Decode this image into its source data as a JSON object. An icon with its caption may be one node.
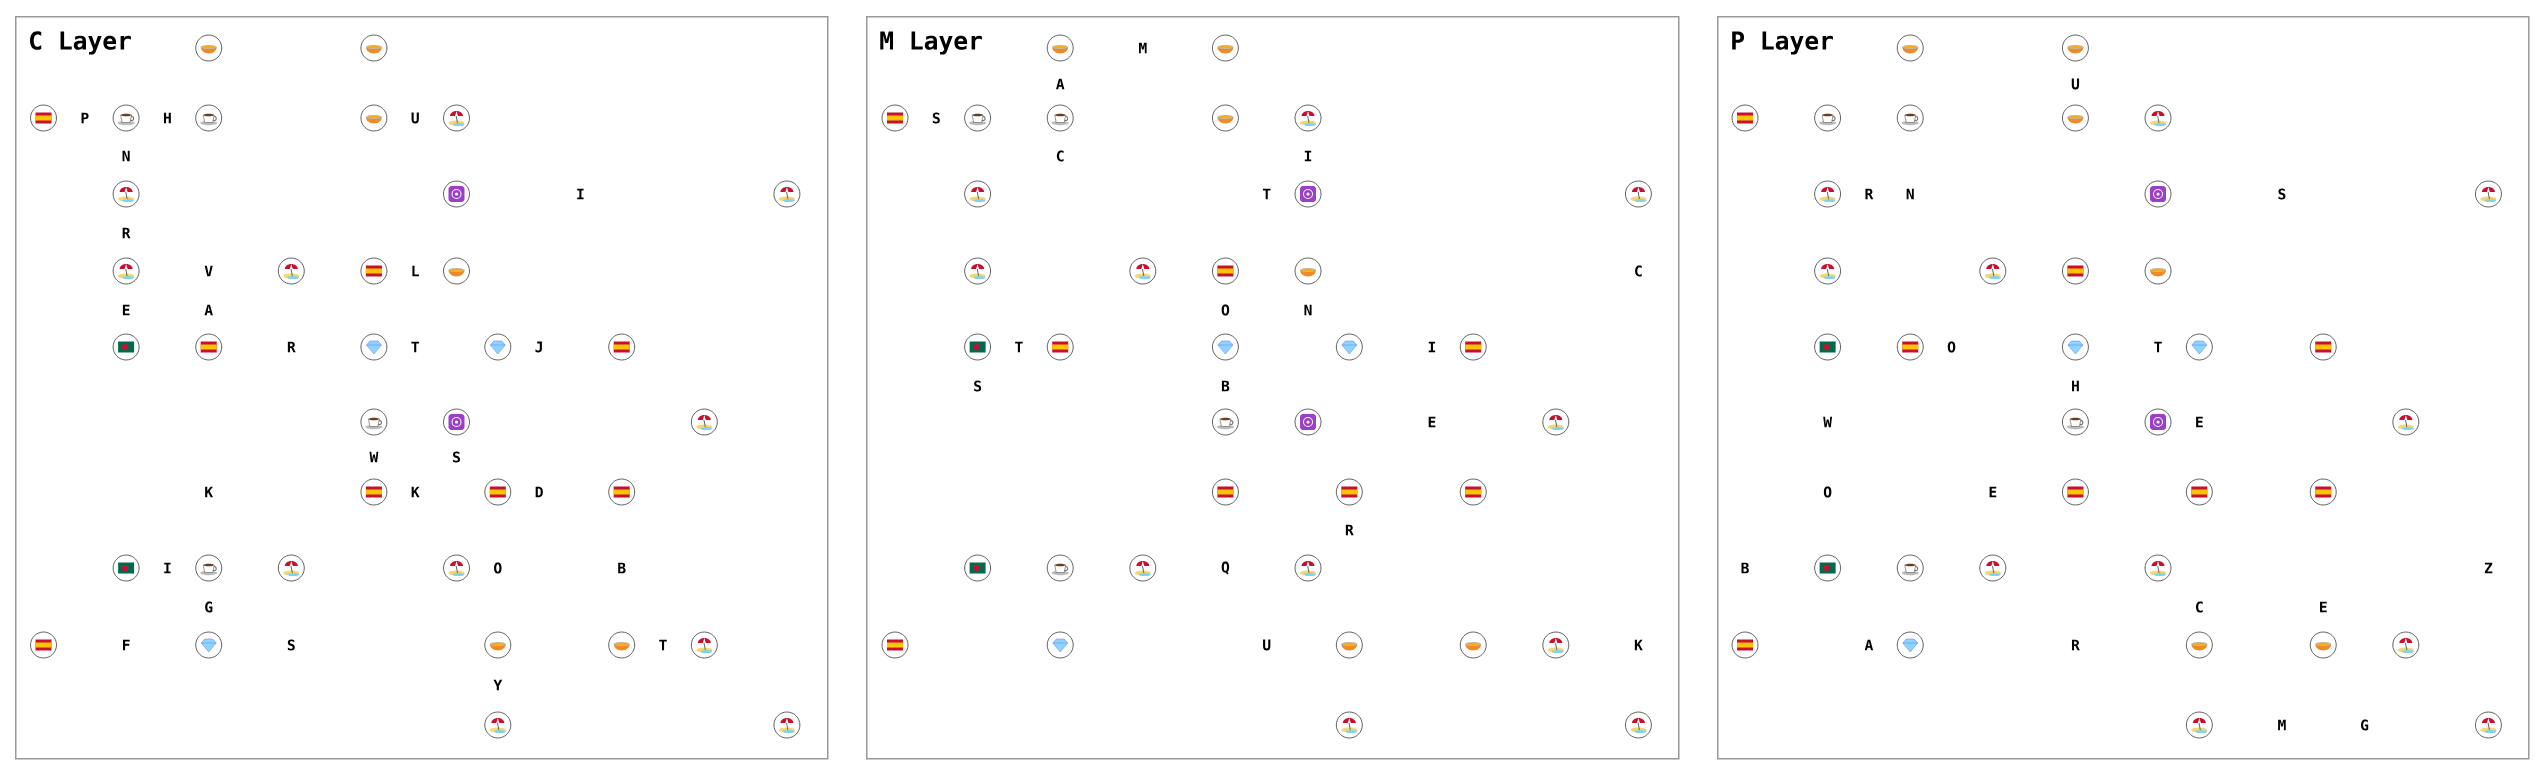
{
  "diagram": {
    "nodes": [
      {
        "text": [
          "C Layer"
        ]
      },
      {
        "text": [],
        "shape": "circle",
        "in": 0
      },
      {
        "text": [],
        "shape": "circle",
        "in": 0
      },
      {
        "text": [],
        "shape": "circle",
        "in": 0
      },
      {
        "text": [],
        "shape": "circle",
        "in": 0
      },
      {
        "text": [],
        "shape": "circle",
        "in": 0
      },
      {
        "text": [],
        "shape": "circle",
        "in": 0
      },
      {
        "text": [],
        "shape": "circle",
        "in": 0
      },
      {
        "text": [],
        "shape": "circle",
        "in": 0
      },
      {
        "text": [],
        "shape": "circle",
        "in": 0
      },
      {
        "text": [],
        "shape": "circle",
        "in": 0
      },
      {
        "text": [],
        "shape": "circle",
        "in": 0
      },
      {
        "text": [],
        "shape": "circle",
        "in": 0
      },
      {
        "text": [],
        "shape": "circle",
        "in": 0
      },
      {
        "text": [],
        "shape": "circle",
        "in": 0
      },
      {
        "text": [],
        "shape": "circle",
        "in": 0
      },
      {
        "text": [],
        "shape": "circle",
        "in": 0
      },
      {
        "text": [],
        "shape": "circle",
        "in": 0
      },
      {
        "text": [],
        "shape": "circle",
        "in": 0
      },
      {
        "text": [],
        "shape": "circle",
        "in": 0
      },
      {
        "text": [],
        "shape": "circle",
        "in": 0
      },
      {
        "text": [],
        "shape": "circle",
        "in": 0
      },
      {
        "text": [],
        "shape": "circle",
        "in": 0
      },
      {
        "text": [],
        "shape": "circle",
        "in": 0
      },
      {
        "text": [],
        "shape": "circle",
        "in": 0
      },
      {
        "text": [],
        "shape": "circle",
        "in": 0
      },
      {
        "text": [],
        "shape": "circle",
        "in": 0
      },
      {
        "text": [],
        "shape": "circle",
        "in": 0
      },
      {
        "text": [],
        "shape": "circle",
        "in": 0
      },
      {
        "text": [],
        "shape": "circle",
        "in": 0
      },
      {
        "text": [],
        "shape": "circle",
        "in": 0
      },
      {
        "text": [],
        "shape": "circle",
        "in": 0
      },
      {
        "text": [],
        "shape": "circle",
        "in": 0
      },
      {
        "text": [],
        "shape": "circle",
        "in": 0
      },
      {
        "text": [],
        "shape": "circle",
        "in": 0
      },
      {
        "text": [],
        "shape": "circle",
        "in": 0
      },
      {
        "text": [],
        "shape": "circle",
        "in": 0
      },
      {
        "text": [
          "M Layer"
        ]
      },
      {
        "text": [],
        "shape": "circle",
        "in": 37
      },
      {
        "text": [],
        "shape": "circle",
        "in": 37
      },
      {
        "text": [],
        "shape": "circle",
        "in": 37
      },
      {
        "text": [],
        "shape": "circle",
        "in": 37
      },
      {
        "text": [],
        "shape": "circle",
        "in": 37
      },
      {
        "text": [],
        "shape": "circle",
        "in": 37
      },
      {
        "text": [],
        "shape": "circle",
        "in": 37
      },
      {
        "text": [],
        "shape": "circle",
        "in": 37
      },
      {
        "text": [],
        "shape": "circle",
        "in": 37
      },
      {
        "text": [],
        "shape": "circle",
        "in": 37
      },
      {
        "text": [],
        "shape": "circle",
        "in": 37
      },
      {
        "text": [],
        "shape": "circle",
        "in": 37
      },
      {
        "text": [],
        "shape": "circle",
        "in": 37
      },
      {
        "text": [],
        "shape": "circle",
        "in": 37
      },
      {
        "text": [],
        "shape": "circle",
        "in": 37
      },
      {
        "text": [],
        "shape": "circle",
        "in": 37
      },
      {
        "text": [],
        "shape": "circle",
        "in": 37
      },
      {
        "text": [],
        "shape": "circle",
        "in": 37
      },
      {
        "text": [],
        "shape": "circle",
        "in": 37
      },
      {
        "text": [],
        "shape": "circle",
        "in": 37
      },
      {
        "text": [],
        "shape": "circle",
        "in": 37
      },
      {
        "text": [],
        "shape": "circle",
        "in": 37
      },
      {
        "text": [],
        "shape": "circle",
        "in": 37
      },
      {
        "text": [],
        "shape": "circle",
        "in": 37
      },
      {
        "text": [],
        "shape": "circle",
        "in": 37
      },
      {
        "text": [],
        "shape": "circle",
        "in": 37
      },
      {
        "text": [],
        "shape": "circle",
        "in": 37
      },
      {
        "text": [],
        "shape": "circle",
        "in": 37
      },
      {
        "text": [],
        "shape": "circle",
        "in": 37
      },
      {
        "text": [],
        "shape": "circle",
        "in": 37
      },
      {
        "text": [],
        "shape": "circle",
        "in": 37
      },
      {
        "text": [],
        "shape": "circle",
        "in": 37
      },
      {
        "text": [],
        "shape": "circle",
        "in": 37
      },
      {
        "text": [],
        "shape": "circle",
        "in": 37
      },
      {
        "text": [],
        "shape": "circle",
        "in": 37
      },
      {
        "text": [],
        "shape": "circle",
        "in": 37
      },
      {
        "text": [
          "P Layer"
        ]
      },
      {
        "text": [],
        "shape": "circle",
        "in": 74
      },
      {
        "text": [],
        "shape": "circle",
        "in": 74
      },
      {
        "text": [],
        "shape": "circle",
        "in": 74
      },
      {
        "text": [],
        "shape": "circle",
        "in": 74
      },
      {
        "text": [],
        "shape": "circle",
        "in": 74
      },
      {
        "text": [],
        "shape": "circle",
        "in": 74
      },
      {
        "text": [],
        "shape": "circle",
        "in": 74
      },
      {
        "text": [],
        "shape": "circle",
        "in": 74
      },
      {
        "text": [],
        "shape": "circle",
        "in": 74
      },
      {
        "text": [],
        "shape": "circle",
        "in": 74
      },
      {
        "text": [],
        "shape": "circle",
        "in": 74
      },
      {
        "text": [],
        "shape": "circle",
        "in": 74
      },
      {
        "text": [],
        "shape": "circle",
        "in": 74
      },
      {
        "text": [],
        "shape": "circle",
        "in": 74
      },
      {
        "text": [],
        "shape": "circle",
        "in": 74
      },
      {
        "text": [],
        "shape": "circle",
        "in": 74
      },
      {
        "text": [],
        "shape": "circle",
        "in": 74
      },
      {
        "text": [],
        "shape": "circle",
        "in": 74
      },
      {
        "text": [],
        "shape": "circle",
        "in": 74
      },
      {
        "text": [],
        "shape": "circle",
        "in": 74
      },
      {
        "text": [],
        "shape": "circle",
        "in": 74
      },
      {
        "text": [],
        "shape": "circle",
        "in": 74
      },
      {
        "text": [],
        "shape": "circle",
        "in": 74
      },
      {
        "text": [],
        "shape": "circle",
        "in": 74
      },
      {
        "text": [],
        "shape": "circle",
        "in": 74
      },
      {
        "text": [],
        "shape": "circle",
        "in": 74
      },
      {
        "text": [],
        "shape": "circle",
        "in": 74
      },
      {
        "text": [],
        "shape": "circle",
        "in": 74
      },
      {
        "text": [],
        "shape": "circle",
        "in": 74
      },
      {
        "text": [],
        "shape": "circle",
        "in": 74
      },
      {
        "text": [],
        "shape": "circle",
        "in": 74
      },
      {
        "text": [],
        "shape": "circle",
        "in": 74
      },
      {
        "text": [],
        "shape": "circle",
        "in": 74
      },
      {
        "text": [],
        "shape": "circle",
        "in": 74
      },
      {
        "text": [],
        "shape": "circle",
        "in": 74
      },
      {
        "text": [],
        "shape": "circle",
        "in": 74
      }
    ],
    "labels": [
      "P",
      "H",
      "U",
      "N",
      "I",
      "R",
      "V",
      "L",
      "E",
      "A",
      "R",
      "T",
      "J",
      "W",
      "S",
      "K",
      "K",
      "D",
      "I",
      "O",
      "B",
      "G",
      "F",
      "S",
      "T",
      "Y",
      "M",
      "A",
      "S",
      "C",
      "I",
      "T",
      "C",
      "O",
      "N",
      "T",
      "I",
      "S",
      "B",
      "E",
      "R",
      "Q",
      "U",
      "K",
      "U",
      "R",
      "N",
      "S",
      "O",
      "T",
      "H",
      "W",
      "E",
      "O",
      "E",
      "B",
      "Z",
      "C",
      "E",
      "A",
      "R",
      "M",
      "G"
    ]
  }
}
